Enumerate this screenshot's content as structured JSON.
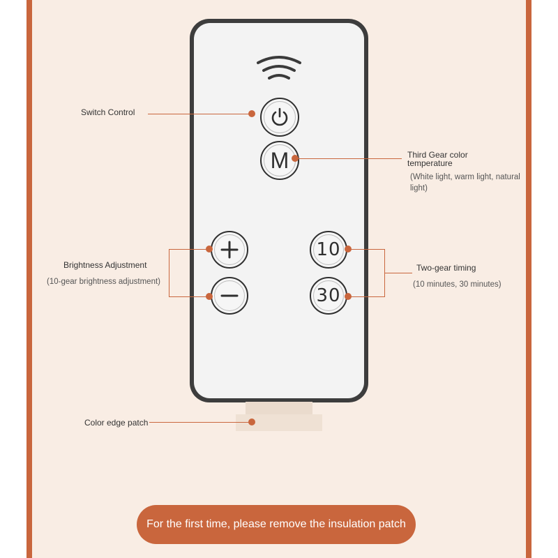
{
  "labels": {
    "switch_control": "Switch Control",
    "third_gear_line1": "Third Gear color",
    "third_gear_line2": "temperature",
    "third_gear_sub_line1": "(White light, warm light, natural",
    "third_gear_sub_line2": "light)",
    "brightness": "Brightness Adjustment",
    "brightness_sub": "(10-gear brightness adjustment)",
    "timing": "Two-gear timing",
    "timing_sub": "(10 minutes, 30 minutes)",
    "color_edge_patch": "Color edge patch"
  },
  "buttons": {
    "mode": "M",
    "ten": "10",
    "thirty": "30"
  },
  "banner": "For the first time, please remove the insulation patch",
  "colors": {
    "accent": "#c9663d",
    "background": "#f9ede4",
    "remote_body": "#3d3d3d",
    "remote_face": "#f3f3f3"
  },
  "icons": [
    "signal-icon",
    "power-icon",
    "plus-icon",
    "minus-icon"
  ]
}
